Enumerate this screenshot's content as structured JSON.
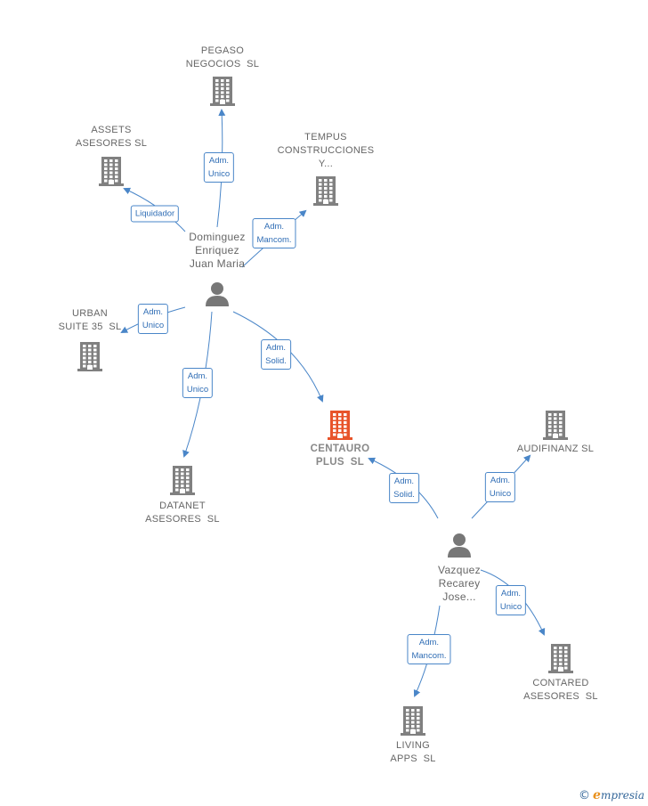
{
  "colors": {
    "company": "#808080",
    "main_company": "#e8542a",
    "person": "#777777",
    "edge": "#4a86c8",
    "edge_text": "#2f6db5"
  },
  "nodes": [
    {
      "id": "pegaso",
      "type": "company",
      "label": "PEGASO\nNEGOCIOS  SL"
    },
    {
      "id": "assets",
      "type": "company",
      "label": "ASSETS\nASESORES SL"
    },
    {
      "id": "tempus",
      "type": "company",
      "label": "TEMPUS\nCONSTRUCCIONES\nY..."
    },
    {
      "id": "dominguez",
      "type": "person",
      "label": "Dominguez\nEnriquez\nJuan Maria"
    },
    {
      "id": "urban",
      "type": "company",
      "label": "URBAN\nSUITE 35  SL"
    },
    {
      "id": "centauro",
      "type": "main_company",
      "label": "CENTAURO\nPLUS  SL"
    },
    {
      "id": "datanet",
      "type": "company",
      "label": "DATANET\nASESORES  SL"
    },
    {
      "id": "audifinanz",
      "type": "company",
      "label": "AUDIFINANZ SL"
    },
    {
      "id": "vazquez",
      "type": "person",
      "label": "Vazquez\nRecarey\nJose..."
    },
    {
      "id": "contared",
      "type": "company",
      "label": "CONTARED\nASESORES  SL"
    },
    {
      "id": "living",
      "type": "company",
      "label": "LIVING\nAPPS  SL"
    }
  ],
  "edges": [
    {
      "from": "dominguez",
      "to": "pegaso",
      "label": "Adm.\nUnico"
    },
    {
      "from": "dominguez",
      "to": "assets",
      "label": "Liquidador"
    },
    {
      "from": "dominguez",
      "to": "tempus",
      "label": "Adm.\nMancom."
    },
    {
      "from": "dominguez",
      "to": "urban",
      "label": "Adm.\nUnico"
    },
    {
      "from": "dominguez",
      "to": "datanet",
      "label": "Adm.\nUnico"
    },
    {
      "from": "dominguez",
      "to": "centauro",
      "label": "Adm.\nSolid."
    },
    {
      "from": "vazquez",
      "to": "centauro",
      "label": "Adm.\nSolid."
    },
    {
      "from": "vazquez",
      "to": "audifinanz",
      "label": "Adm.\nUnico"
    },
    {
      "from": "vazquez",
      "to": "contared",
      "label": "Adm.\nUnico"
    },
    {
      "from": "vazquez",
      "to": "living",
      "label": "Adm.\nMancom."
    }
  ],
  "footer": {
    "copyright": "©",
    "brand_initial": "e",
    "brand_rest": "mpresia"
  }
}
